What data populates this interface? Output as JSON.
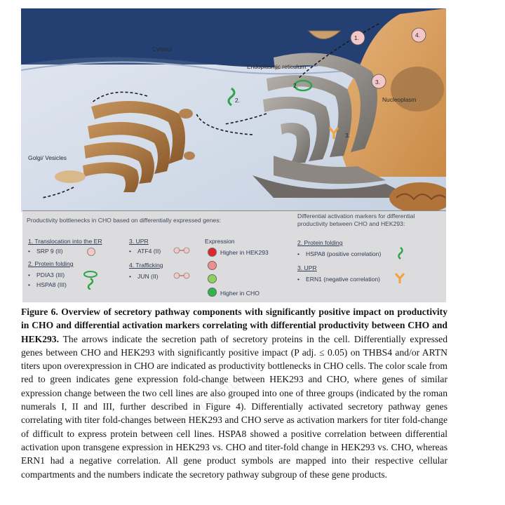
{
  "figure": {
    "labels": {
      "cytosol": "Cytosol",
      "er": "Endoplasmic reticulum",
      "nucleoplasm": "Nucleoplasm",
      "golgi": "Golgi/ Vesicles"
    },
    "markers": {
      "m1": "1.",
      "m2": "2.",
      "m3": "3.",
      "m4": "4.",
      "m2b": "2.",
      "m3b": "3."
    },
    "legend": {
      "left_title": "Productivity bottlenecks in CHO based on differentially expressed genes:",
      "g1_title": "1. Translocation into the ER",
      "g1_item": "SRP 9 (II)",
      "g2_title": "2. Protein folding",
      "g2_item1": "PDIA3 (III)",
      "g2_item2": "HSPA8 (III)",
      "g3_title": "3. UPR",
      "g3_item": "ATF4 (II)",
      "g4_title": "4. Trafficking",
      "g4_item": "JUN (II)",
      "expr_title": "Expression",
      "expr_high_hek": "Higher in HEK293",
      "expr_high_cho": "Higher in CHO",
      "right_title_1": "Differential activation markers for differential",
      "right_title_2": "productivity between CHO and HEK293:",
      "r_g2_title": "2. Protein folding",
      "r_g2_item": "HSPA8 (positive correlation)",
      "r_g3_title": "3. UPR",
      "r_g3_item": "ERN1 (negative correlation)",
      "bullet": "•",
      "expression_colors": [
        "#e0262b",
        "#ee8e90",
        "#8fd15e",
        "#2fb34a"
      ]
    }
  },
  "caption": {
    "title": "Figure 6. Overview of secretory pathway components with significantly positive impact on productivity in CHO and differential activation markers correlating with differential productivity between CHO and HEK293.",
    "body": " The arrows indicate the secretion path of secretory proteins in the cell. Differentially expressed genes between CHO and HEK293 with significantly positive impact (P adj. ≤ 0.05) on THBS4 and/or ARTN titers upon overexpression in CHO are indicated as productivity bottlenecks in CHO cells. The color scale from red to green indicates gene expression fold-change between HEK293 and CHO, where genes of similar expression change between the two cell lines are also grouped into one of three groups (indicated by the roman numerals I, II and III, further described in Figure 4). Differentially activated secretory pathway genes correlating with titer fold-changes between HEK293 and CHO serve as activation markers for titer fold-change of difficult to express protein between cell lines. HSPA8 showed a positive correlation between differential activation upon transgene expression in HEK293 vs. CHO and titer-fold change in HEK293 vs. CHO, whereas ERN1 had a negative correlation. All gene product symbols are mapped into their respective cellular compartments and the numbers indicate the secretory pathway subgroup of these gene products."
  },
  "watermark": "Unterlagen nur für"
}
